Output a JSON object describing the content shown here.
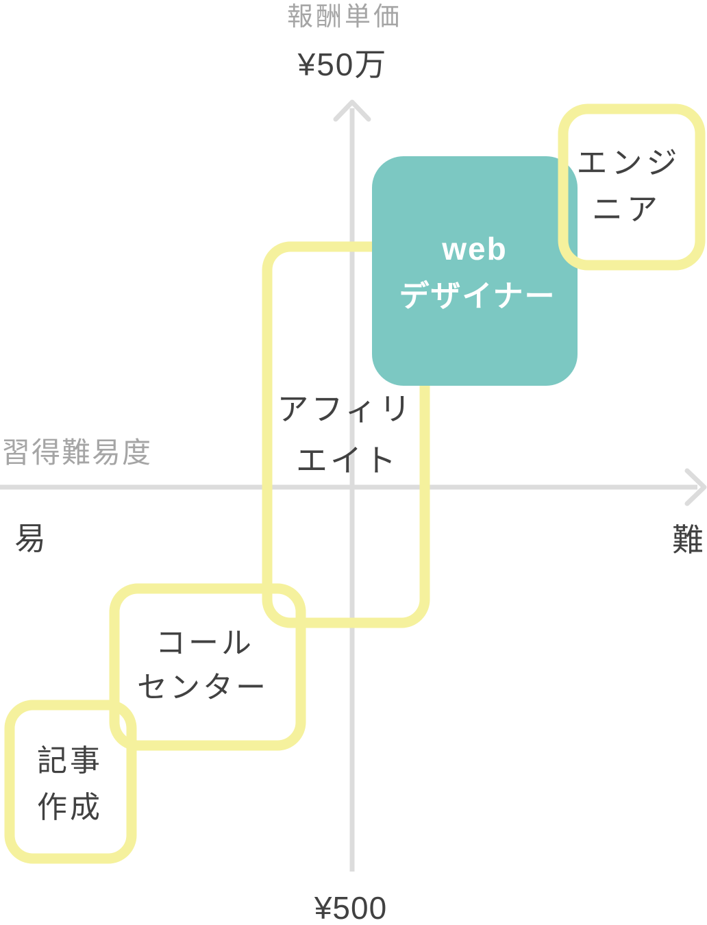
{
  "diagram": {
    "title_meaning": "Side-job positioning map: pay rate vs learning difficulty",
    "y_axis": {
      "title": "報酬単価",
      "max_label": "¥50万",
      "min_label": "¥500"
    },
    "x_axis": {
      "title": "習得難易度",
      "min_label": "易",
      "max_label": "難"
    },
    "nodes": [
      {
        "id": "engineer",
        "label_lines": [
          "エンジ",
          "ニア"
        ],
        "style": "yellow-outline",
        "position": "top-right (highest pay, hardest to learn)"
      },
      {
        "id": "web-designer",
        "label_lines": [
          "web",
          "デザイナー"
        ],
        "style": "teal-filled",
        "position": "upper-middle-right (high pay, medium-high difficulty)"
      },
      {
        "id": "affiliate",
        "label_lines": [
          "アフィリ",
          "エイト"
        ],
        "style": "yellow-outline",
        "position": "center, spanning above and below the horizontal axis"
      },
      {
        "id": "call-center",
        "label_lines": [
          "コール",
          "センター"
        ],
        "style": "yellow-outline",
        "position": "lower-left (low pay, easy)"
      },
      {
        "id": "article-writing",
        "label_lines": [
          "記事",
          "作成"
        ],
        "style": "yellow-outline",
        "position": "bottom-left (lowest pay, easiest)"
      }
    ]
  },
  "colors": {
    "background": "#ffffff",
    "node_yellow": "#f5f19d",
    "node_teal": "#7cc8c2",
    "axis_gray": "#dcdcdc",
    "label_gray": "#a5a5a5",
    "text_dark": "#414141",
    "text_on_teal": "#ffffff"
  }
}
